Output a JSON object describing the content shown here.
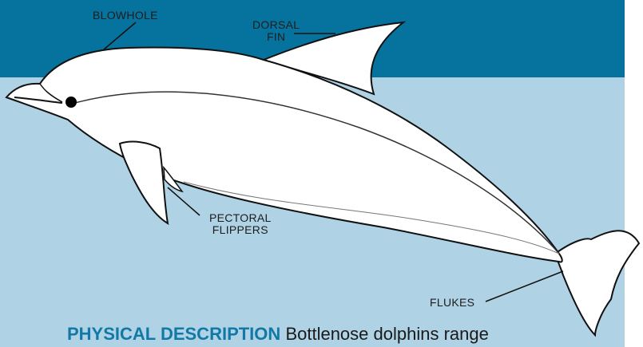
{
  "labels": {
    "blowhole": "BLOWHOLE",
    "dorsal_line1": "DORSAL",
    "dorsal_line2": "FIN",
    "pectoral_line1": "PECTORAL",
    "pectoral_line2": "FLIPPERS",
    "flukes": "FLUKES"
  },
  "caption": {
    "heading": "PHYSICAL DESCRIPTION",
    "text": "Bottlenose dolphins range"
  },
  "colors": {
    "top_band": "#05739e",
    "water": "#afd2e5",
    "heading": "#1279a6"
  }
}
